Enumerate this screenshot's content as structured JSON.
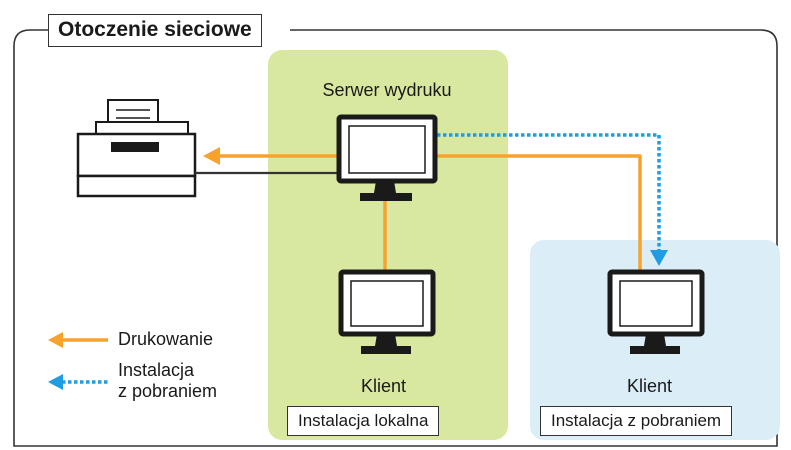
{
  "diagram": {
    "title": "Otoczenie sieciowe",
    "server_label": "Serwer wydruku",
    "client_local_label": "Klient",
    "client_remote_label": "Klient",
    "zone_local_label": "Instalacja lokalna",
    "zone_remote_label": "Instalacja z pobraniem"
  },
  "legend": {
    "printing_label": "Drukowanie",
    "install_line1": "Instalacja",
    "install_line2": "z pobraniem"
  },
  "colors": {
    "printing_arrow": "#f7a22d",
    "install_arrow": "#1e9de3",
    "zone_local_bg": "#d9e8a0",
    "zone_remote_bg": "#dbedf7",
    "outline": "#333333"
  }
}
